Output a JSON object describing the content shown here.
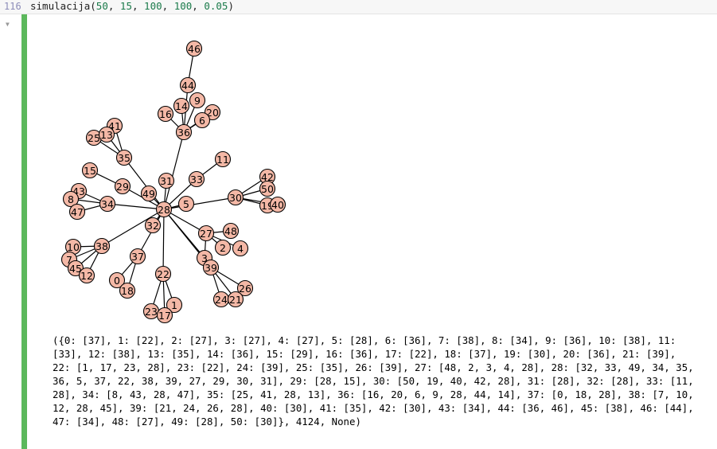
{
  "cell": {
    "line_number": "116",
    "code": {
      "fn": "simulacija(",
      "args": [
        "50",
        "15",
        "100",
        "100",
        "0.05"
      ],
      "close": ")"
    }
  },
  "graph": {
    "node_fill": "#f4b8a6",
    "nodes": [
      "46",
      "44",
      "9",
      "14",
      "16",
      "20",
      "6",
      "36",
      "41",
      "25",
      "13",
      "35",
      "11",
      "15",
      "33",
      "42",
      "31",
      "29",
      "50",
      "43",
      "49",
      "30",
      "8",
      "19",
      "40",
      "34",
      "5",
      "28",
      "47",
      "27",
      "48",
      "32",
      "2",
      "4",
      "10",
      "38",
      "7",
      "37",
      "3",
      "45",
      "39",
      "12",
      "26",
      "22",
      "0",
      "18",
      "24",
      "21",
      "1",
      "23",
      "17"
    ],
    "edges": [
      [
        "46",
        "44"
      ],
      [
        "44",
        "36"
      ],
      [
        "14",
        "36"
      ],
      [
        "9",
        "36"
      ],
      [
        "16",
        "36"
      ],
      [
        "20",
        "36"
      ],
      [
        "6",
        "36"
      ],
      [
        "36",
        "28"
      ],
      [
        "41",
        "35"
      ],
      [
        "25",
        "35"
      ],
      [
        "13",
        "35"
      ],
      [
        "35",
        "28"
      ],
      [
        "11",
        "33"
      ],
      [
        "33",
        "28"
      ],
      [
        "15",
        "29"
      ],
      [
        "29",
        "28"
      ],
      [
        "31",
        "28"
      ],
      [
        "49",
        "28"
      ],
      [
        "42",
        "30"
      ],
      [
        "50",
        "30"
      ],
      [
        "19",
        "30"
      ],
      [
        "40",
        "30"
      ],
      [
        "30",
        "28"
      ],
      [
        "5",
        "28"
      ],
      [
        "43",
        "34"
      ],
      [
        "8",
        "34"
      ],
      [
        "47",
        "34"
      ],
      [
        "34",
        "28"
      ],
      [
        "32",
        "28"
      ],
      [
        "27",
        "28"
      ],
      [
        "48",
        "27"
      ],
      [
        "2",
        "27"
      ],
      [
        "4",
        "27"
      ],
      [
        "3",
        "27"
      ],
      [
        "3",
        "28"
      ],
      [
        "38",
        "28"
      ],
      [
        "10",
        "38"
      ],
      [
        "7",
        "38"
      ],
      [
        "45",
        "38"
      ],
      [
        "12",
        "38"
      ],
      [
        "37",
        "28"
      ],
      [
        "0",
        "37"
      ],
      [
        "18",
        "37"
      ],
      [
        "22",
        "28"
      ],
      [
        "23",
        "22"
      ],
      [
        "17",
        "22"
      ],
      [
        "1",
        "22"
      ],
      [
        "39",
        "28"
      ],
      [
        "21",
        "39"
      ],
      [
        "24",
        "39"
      ],
      [
        "26",
        "39"
      ]
    ]
  },
  "output": {
    "lines": [
      "({0: [37], 1: [22], 2: [27], 3: [27], 4: [27], 5: [28], 6: [36], 7: [38], 8: [34], 9: [36], 10: [38], 11:",
      "[33], 12: [38], 13: [35], 14: [36], 15: [29], 16: [36], 17: [22], 18: [37], 19: [30], 20: [36], 21: [39],",
      "22: [1, 17, 23, 28], 23: [22], 24: [39], 25: [35], 26: [39], 27: [48, 2, 3, 4, 28], 28: [32, 33, 49, 34, 35,",
      "36, 5, 37, 22, 38, 39, 27, 29, 30, 31], 29: [28, 15], 30: [50, 19, 40, 42, 28], 31: [28], 32: [28], 33: [11,",
      "28], 34: [8, 43, 28, 47], 35: [25, 41, 28, 13], 36: [16, 20, 6, 9, 28, 44, 14], 37: [0, 18, 28], 38: [7, 10,",
      "12, 28, 45], 39: [21, 24, 26, 28], 40: [30], 41: [35], 42: [30], 43: [34], 44: [36, 46], 45: [38], 46: [44],",
      "47: [34], 48: [27], 49: [28], 50: [30]}, 4124, None)"
    ]
  }
}
